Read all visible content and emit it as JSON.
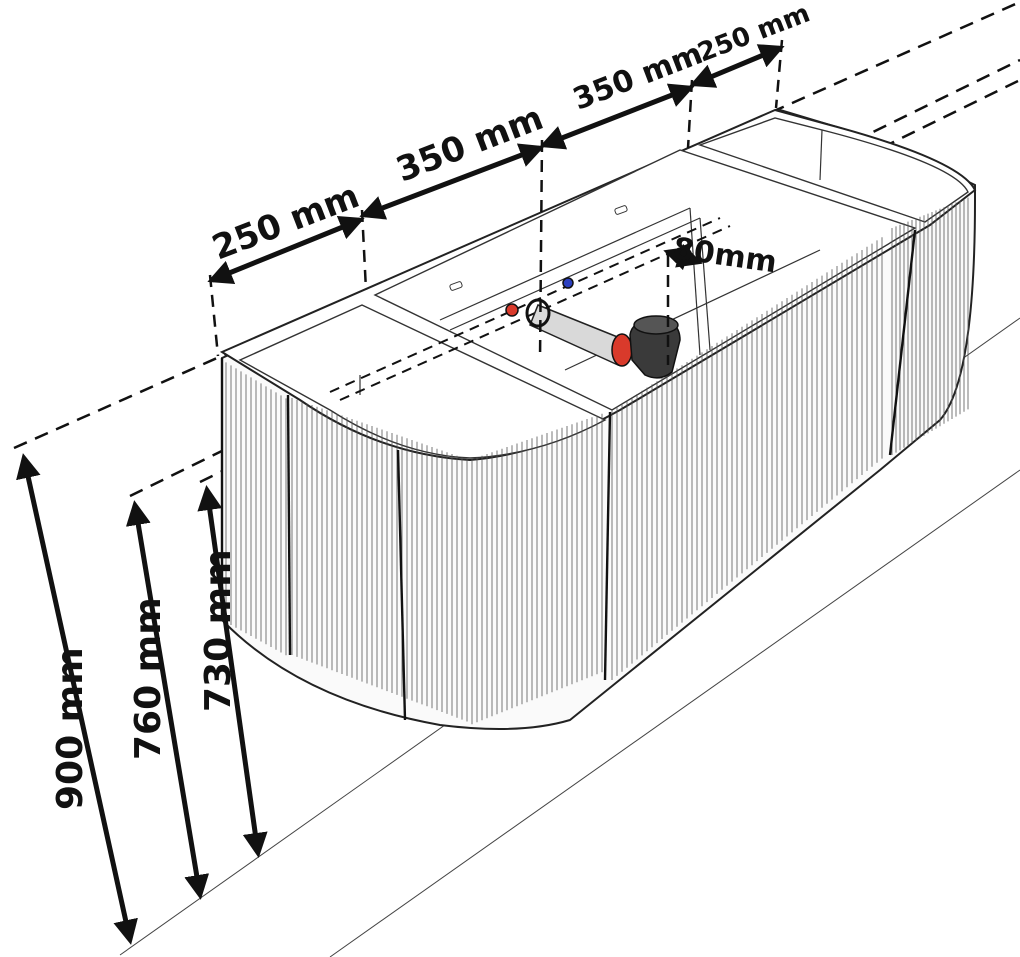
{
  "diagram": {
    "width_labels": [
      "250 mm",
      "350 mm",
      "350 mm",
      "250 mm"
    ],
    "offset_label": "80mm",
    "height_labels": [
      "900 mm",
      "760 mm",
      "730 mm"
    ],
    "colors": {
      "ink": "#111111",
      "line": "#222222",
      "rib": "#555555",
      "body_fill": "#fafafa",
      "inner_fill": "#ffffff",
      "drain_red": "#d93a2b",
      "drain_dark": "#3a3a3a",
      "valve_blue": "#2b3fbf",
      "pipe_fill": "#d9d9d9"
    }
  }
}
